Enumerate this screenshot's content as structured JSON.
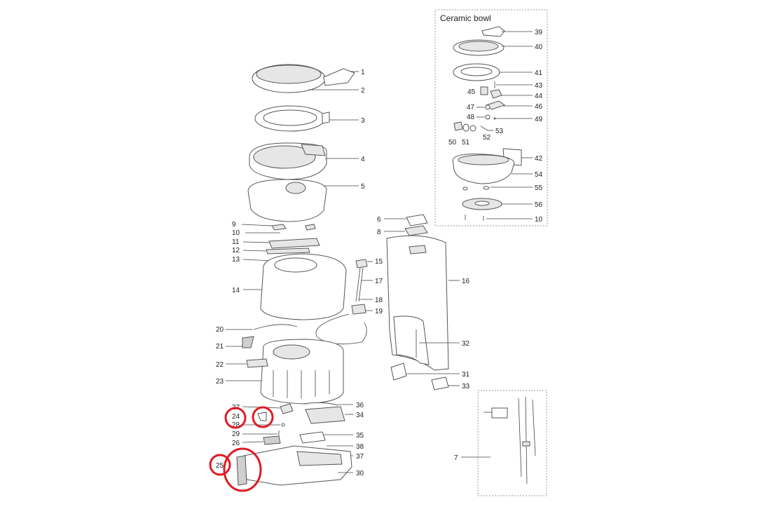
{
  "diagram": {
    "box_title": "Ceramic bowl",
    "highlight_color": "#e01b24",
    "labels": {
      "l1": "1",
      "l2": "2",
      "l3": "3",
      "l4": "4",
      "l5": "5",
      "l6": "6",
      "l7": "7",
      "l8": "8",
      "l9": "9",
      "l10": "10",
      "l11": "11",
      "l12": "12",
      "l13": "13",
      "l14": "14",
      "l15": "15",
      "l16": "16",
      "l17": "17",
      "l18": "18",
      "l19": "19",
      "l20": "20",
      "l21": "21",
      "l22": "22",
      "l23": "23",
      "l24": "24",
      "l25": "25",
      "l26": "26",
      "l27": "27",
      "l28": "28",
      "l29": "29",
      "l30": "30",
      "l31": "31",
      "l32": "32",
      "l33": "33",
      "l34": "34",
      "l35": "35",
      "l36": "36",
      "l37": "37",
      "l38": "38",
      "l39": "39",
      "l40": "40",
      "l41": "41",
      "l42": "42",
      "l43": "43",
      "l44": "44",
      "l45": "45",
      "l46": "46",
      "l47": "47",
      "l48": "48",
      "l49": "49",
      "l50": "50",
      "l51": "51",
      "l52": "52",
      "l53": "53",
      "l54": "54",
      "l55": "55",
      "l56": "56",
      "l10b": "10"
    }
  }
}
